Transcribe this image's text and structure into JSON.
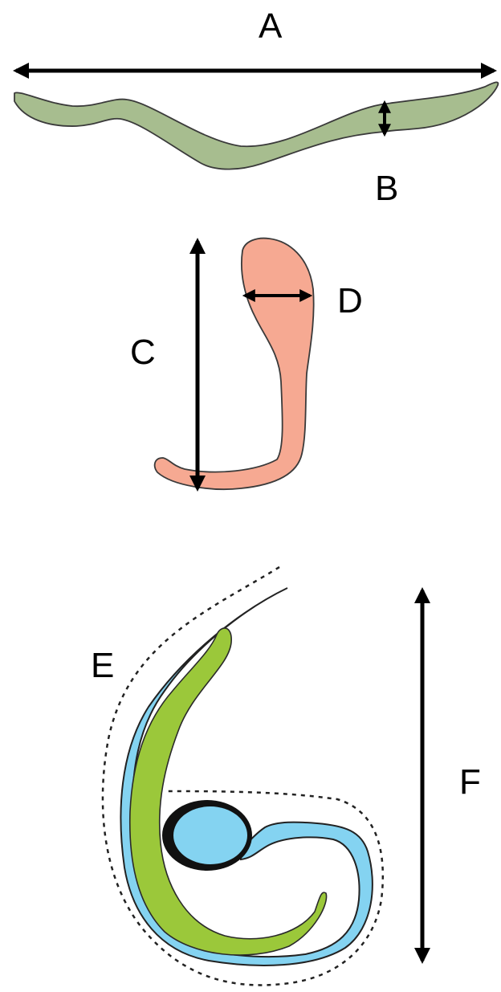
{
  "labels": {
    "a": "A",
    "b": "B",
    "c": "C",
    "d": "D",
    "e": "E",
    "f": "F"
  },
  "colors": {
    "worm_a": "#a7bd8f",
    "sperm_c": "#f6a992",
    "cell_blue": "#84d3f1",
    "cell_green": "#9bc83a",
    "outline": "#3a3a3a",
    "arrow": "#000000"
  }
}
